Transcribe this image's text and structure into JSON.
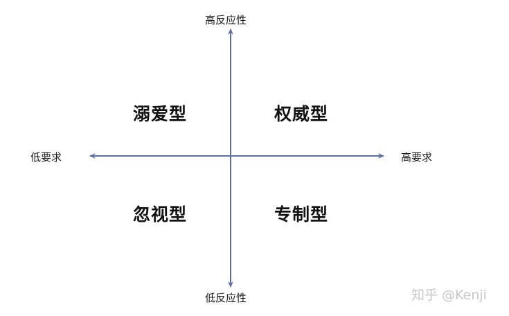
{
  "axes": {
    "top": "高反应性",
    "bottom": "低反应性",
    "left": "低要求",
    "right": "高要求",
    "color": "#5b6fa3"
  },
  "quadrants": {
    "top_left": "溺爱型",
    "top_right": "权威型",
    "bottom_left": "忽视型",
    "bottom_right": "专制型"
  },
  "watermark": "知乎 @Kenji"
}
